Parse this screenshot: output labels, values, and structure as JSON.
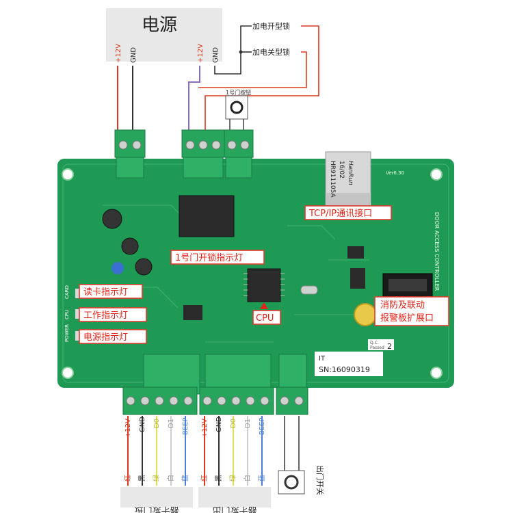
{
  "power_box": {
    "title": "电源"
  },
  "power_pins": {
    "p12": "+12V",
    "gnd": "GND"
  },
  "lock_pins": {
    "p12": "+12V",
    "gnd": "GND"
  },
  "lock_labels": {
    "open_type": "加电开型锁",
    "close_type": "加电关型锁"
  },
  "door_button_label": "1号门按钮",
  "board": {
    "version": "Ver6.30",
    "rj45_line1": "HR911105A",
    "rj45_line2": "16/02",
    "rj45_brand": "HanRun",
    "side_text": "DOOR ACCESS CONTROLLER",
    "qc_line1": "Q.C.",
    "qc_line2": "Passed",
    "qc_num": "2",
    "it_label": "IT",
    "sn": "SN:16090319",
    "led_card": "CARD",
    "led_cpu": "CPU",
    "led_power": "POWER"
  },
  "callouts": {
    "tcpip": "TCP/IP通讯接口",
    "door1_led": "1号门开锁指示灯",
    "card_led": "读卡指示灯",
    "work_led": "工作指示灯",
    "power_led": "电源指示灯",
    "cpu": "CPU",
    "fire_line1": "消防及联动",
    "fire_line2": "报警板扩展口"
  },
  "reader_in": {
    "pins": [
      "+12V",
      "GND",
      "D0",
      "D1",
      "BEEP"
    ],
    "colors": [
      "红",
      "黑",
      "绿",
      "白",
      "蓝"
    ],
    "title": "进门读卡器"
  },
  "reader_out": {
    "pins": [
      "+12V",
      "GND",
      "D0",
      "D1",
      "BEEP"
    ],
    "colors": [
      "红",
      "黑",
      "绿",
      "白",
      "蓝"
    ],
    "title": "出门读卡器"
  },
  "exit_switch": "出门开关",
  "wire_colors": {
    "red": "#d9381e",
    "black": "#333333",
    "green": "#e0e05a",
    "white": "#cfcfcf",
    "blue": "#4a7fd8",
    "purple": "#8a6cc8"
  },
  "callout_colors": {
    "text": "#e02418",
    "border": "#e23b2e"
  }
}
